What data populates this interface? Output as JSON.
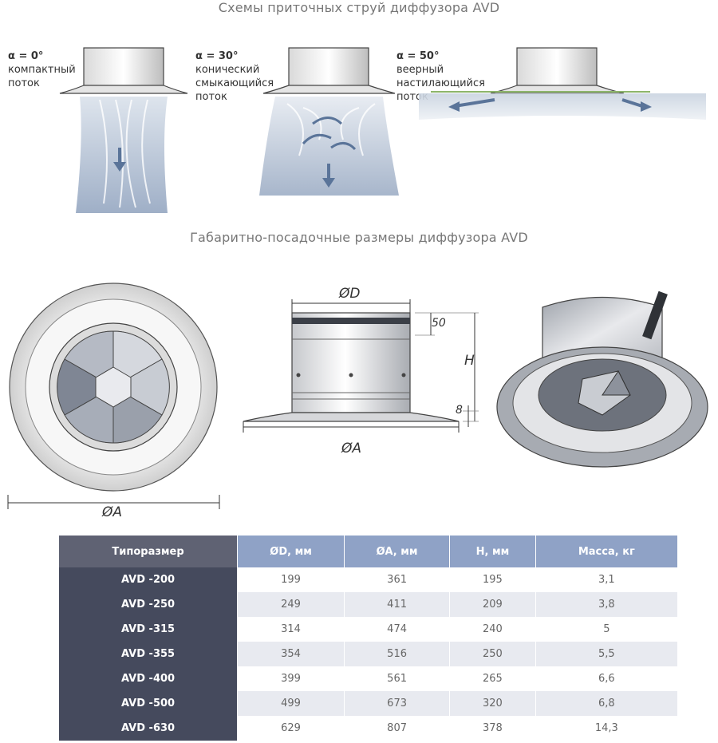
{
  "titles": {
    "jets": "Схемы приточных струй диффузора AVD",
    "dims": "Габаритно-посадочные размеры диффузора AVD"
  },
  "jets": [
    {
      "alpha": "α = 0°",
      "l1": "компактный",
      "l2": "поток",
      "l3": ""
    },
    {
      "alpha": "α = 30°",
      "l1": "конический",
      "l2": "смыкающийся",
      "l3": "поток"
    },
    {
      "alpha": "α = 50°",
      "l1": "веерный",
      "l2": "настилающийся",
      "l3": "поток"
    }
  ],
  "dims": {
    "front_A": "ØA",
    "side_D": "ØD",
    "side_50": "50",
    "side_H": "H",
    "side_8": "8",
    "side_A": "ØA"
  },
  "table": {
    "headers": [
      "Типоразмер",
      "ØD, мм",
      "ØA, мм",
      "H, мм",
      "Масса, кг"
    ],
    "rows": [
      [
        "AVD -200",
        "199",
        "361",
        "195",
        "3,1"
      ],
      [
        "AVD -250",
        "249",
        "411",
        "209",
        "3,8"
      ],
      [
        "AVD -315",
        "314",
        "474",
        "240",
        "5"
      ],
      [
        "AVD -355",
        "354",
        "516",
        "250",
        "5,5"
      ],
      [
        "AVD -400",
        "399",
        "561",
        "265",
        "6,6"
      ],
      [
        "AVD -500",
        "499",
        "673",
        "320",
        "6,8"
      ],
      [
        "AVD -630",
        "629",
        "807",
        "378",
        "14,3"
      ]
    ]
  },
  "colors": {
    "header_accent": "#8fa2c6",
    "header_dark": "#5f6273",
    "model_cell": "#454a5d",
    "row_alt": "#e8eaf0",
    "flow": "#9fb0c8",
    "arrow": "#5a7499"
  }
}
